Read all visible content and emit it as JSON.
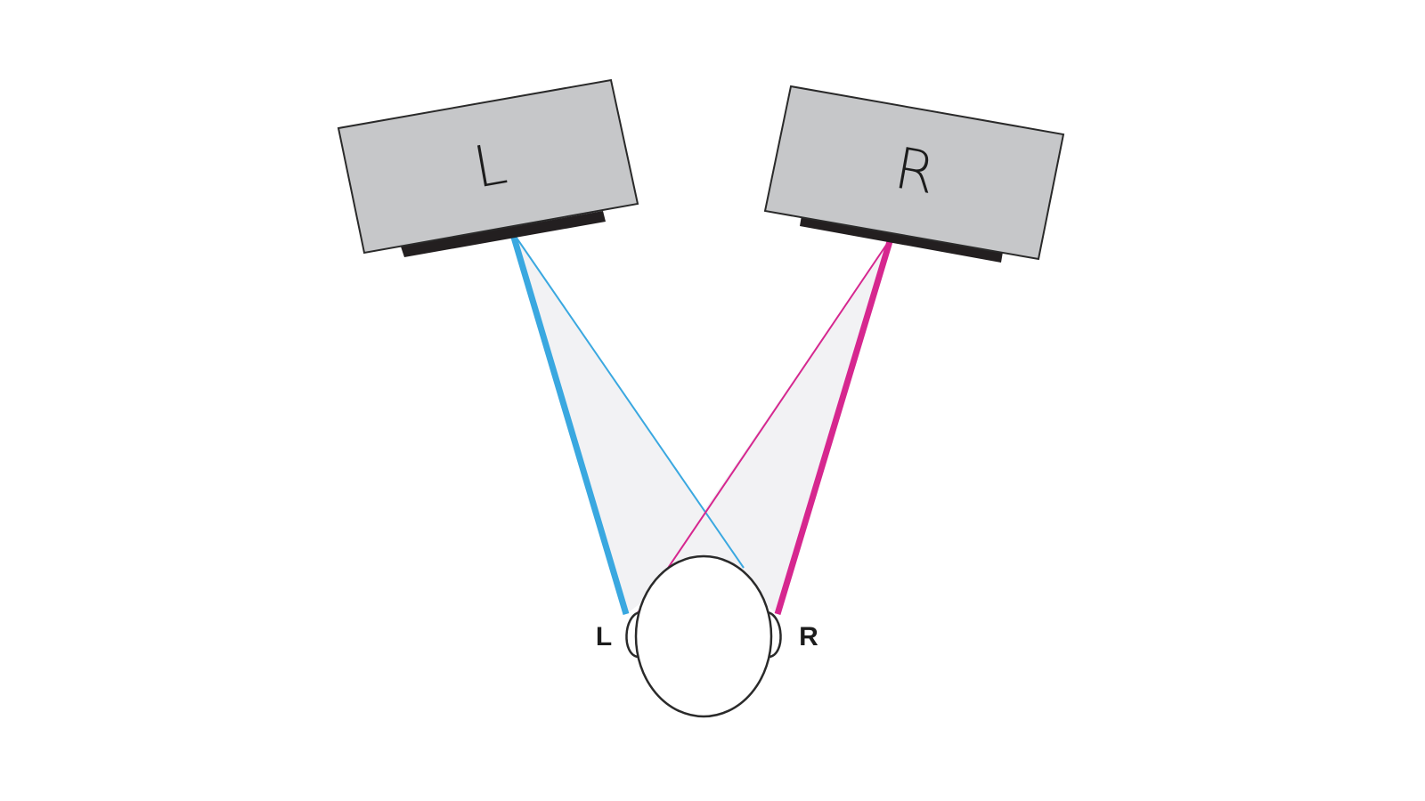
{
  "diagram": {
    "speakers": [
      {
        "label": "L",
        "color": "#3aa8e0"
      },
      {
        "label": "R",
        "color": "#d6278f"
      }
    ],
    "ears": [
      {
        "label": "L"
      },
      {
        "label": "R"
      }
    ],
    "colors": {
      "speaker_fill": "#c6c7c9",
      "speaker_grille": "#231f20",
      "sound_cone": "#f2f2f4",
      "left_channel": "#3aa8e0",
      "right_channel": "#d6278f"
    }
  }
}
